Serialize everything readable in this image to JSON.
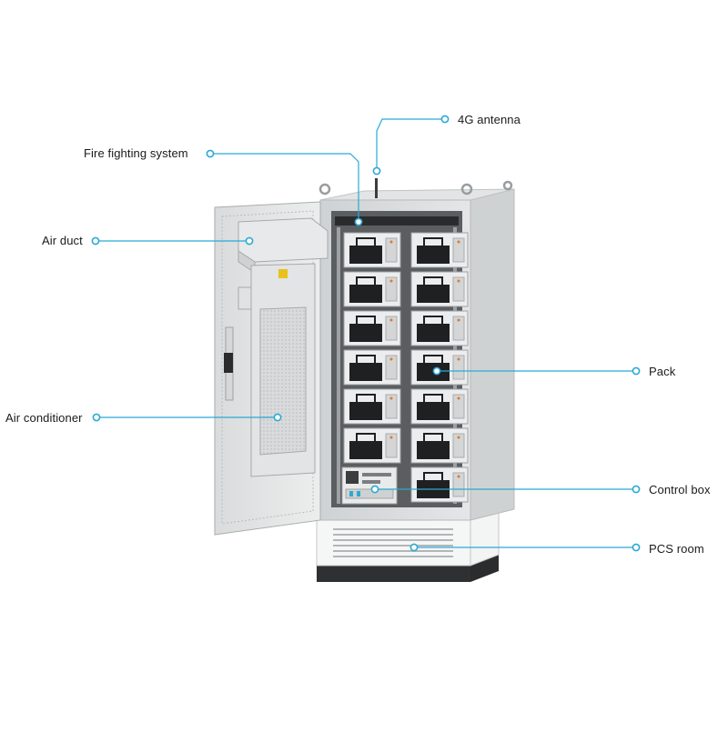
{
  "accent_color": "#2aa9d6",
  "callouts": {
    "antenna": "4G antenna",
    "fire": "Fire fighting system",
    "air_duct": "Air duct",
    "air_conditioner": "Air conditioner",
    "pack": "Pack",
    "control_box": "Control box",
    "pcs_room": "PCS room"
  },
  "battery_pack_count": 13
}
